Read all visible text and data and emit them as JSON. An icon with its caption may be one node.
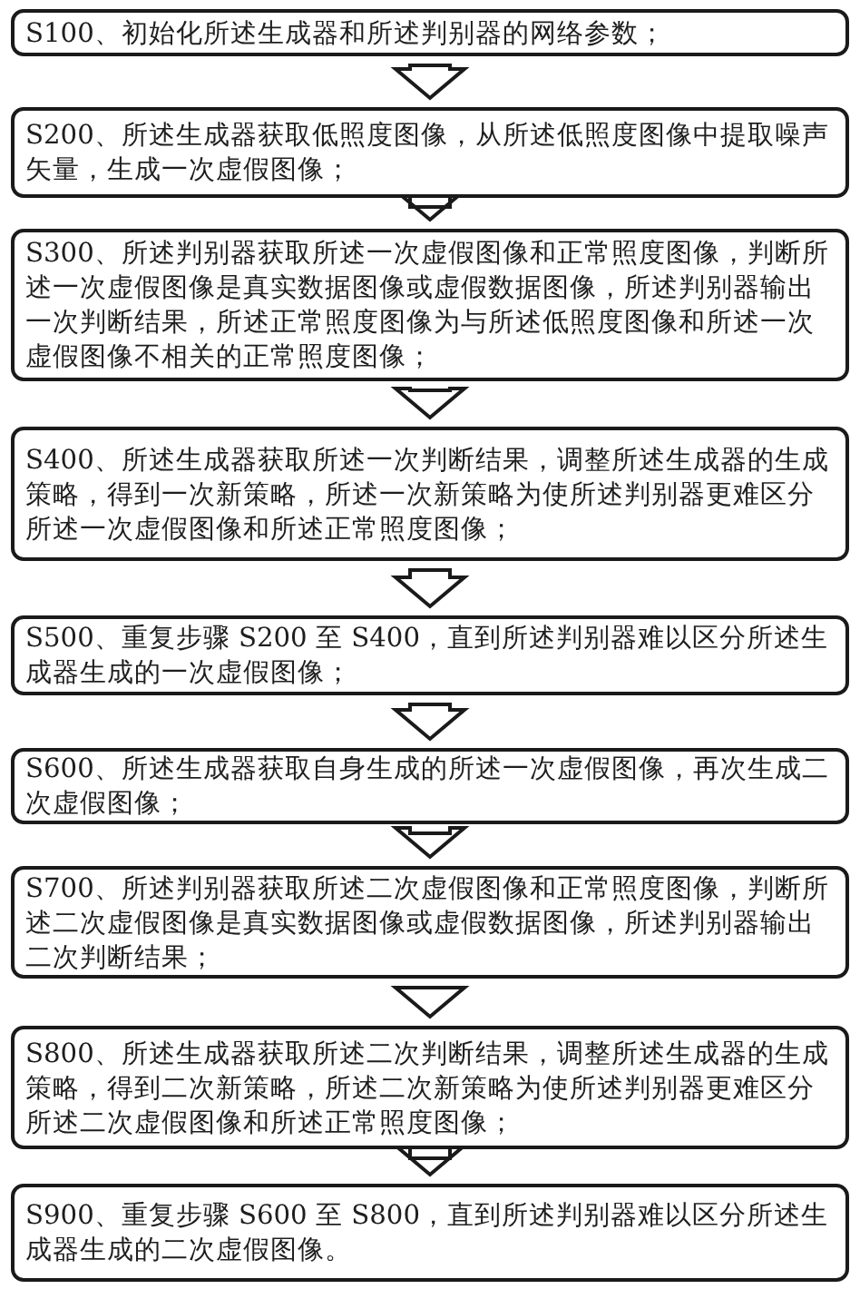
{
  "diagram": {
    "nodes": [
      {
        "text": [
          "S100、初始化所述生成器和所述判别器的网络参数；"
        ]
      },
      {
        "text": [
          "S200、所述生成器获取低照度图像，从所述低照度图像中提取噪声矢量，生成一次虚假图像；"
        ]
      },
      {
        "text": [
          "S300、所述判别器获取所述一次虚假图像和正常照度图像，判断所述一次虚假图像是真实数据图像或虚假数据图像，所述判别器输出一次判断结果，所述正常照度图像为与所述低照度图像和所述一次虚假图像不相关的正常照度图像；"
        ]
      },
      {
        "text": [
          "S400、所述生成器获取所述一次判断结果，调整所述生成器的生成策略，得到一次新策略，所述一次新策略为使所述判别器更难区分所述一次虚假图像和所述正常照度图像；"
        ]
      },
      {
        "text": [
          "S500、重复步骤 S200 至 S400，直到所述判别器难以区分所述生成器生成的一次虚假图像；"
        ]
      },
      {
        "text": [
          "S600、所述生成器获取自身生成的所述一次虚假图像，再次生成二次虚假图像；"
        ]
      },
      {
        "text": [
          "S700、所述判别器获取所述二次虚假图像和正常照度图像，判断所述二次虚假图像是真实数据图像或虚假数据图像，所述判别器输出二次判断结果；"
        ]
      },
      {
        "text": [
          "S800、所述生成器获取所述二次判断结果，调整所述生成器的生成策略，得到二次新策略，所述二次新策略为使所述判别器更难区分所述二次虚假图像和所述正常照度图像；"
        ]
      },
      {
        "text": [
          "S900、重复步骤 S600 至 S800，直到所述判别器难以区分所述生成器生成的二次虚假图像。"
        ]
      }
    ],
    "edges": [
      {
        "from": 0,
        "to": 1,
        "arrow": "to"
      },
      {
        "from": 1,
        "to": 2,
        "arrow": "to"
      },
      {
        "from": 2,
        "to": 3,
        "arrow": "to"
      },
      {
        "from": 3,
        "to": 4,
        "arrow": "to"
      },
      {
        "from": 4,
        "to": 5,
        "arrow": "to"
      },
      {
        "from": 5,
        "to": 6,
        "arrow": "to"
      },
      {
        "from": 6,
        "to": 7,
        "arrow": "to"
      },
      {
        "from": 7,
        "to": 8,
        "arrow": "to"
      }
    ]
  }
}
